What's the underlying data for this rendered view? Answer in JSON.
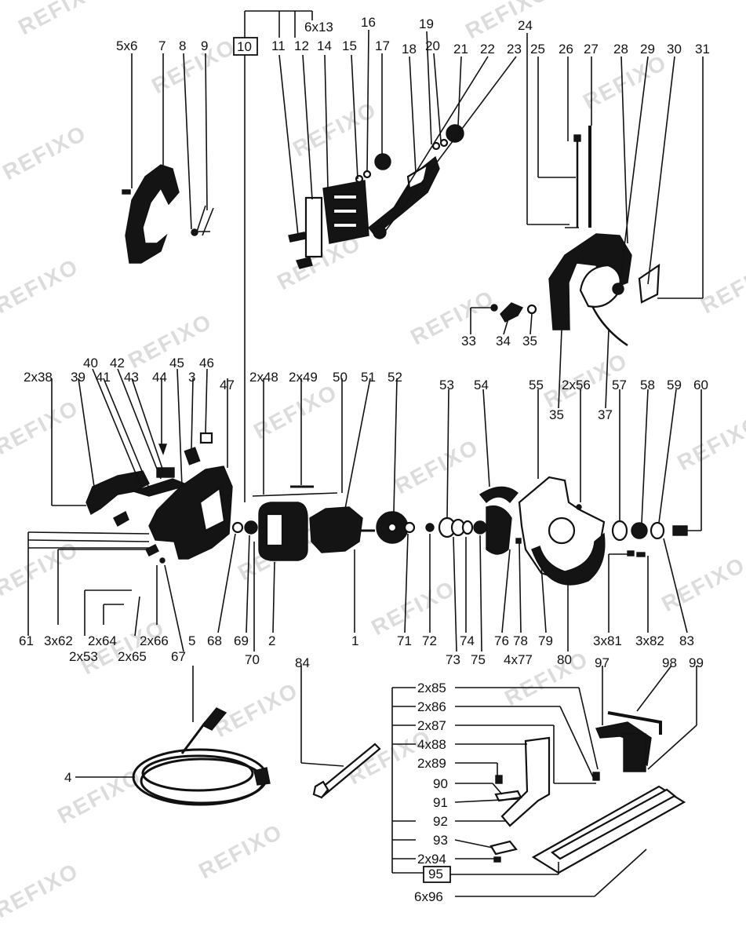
{
  "watermark": "REFIXO",
  "labels": {
    "l5x6": "5x6",
    "l7": "7",
    "l8": "8",
    "l9": "9",
    "l10": "10",
    "l11": "11",
    "l12": "12",
    "l6x13": "6x13",
    "l14": "14",
    "l15": "15",
    "l16": "16",
    "l17": "17",
    "l18": "18",
    "l19": "19",
    "l20": "20",
    "l21": "21",
    "l22": "22",
    "l23": "23",
    "l24": "24",
    "l25": "25",
    "l26": "26",
    "l27": "27",
    "l28": "28",
    "l29": "29",
    "l30": "30",
    "l31": "31",
    "l33": "33",
    "l34": "34",
    "l35a": "35",
    "l35b": "35",
    "l37": "37",
    "l2x38": "2x38",
    "l39": "39",
    "l40": "40",
    "l41": "41",
    "l42": "42",
    "l43": "43",
    "l44": "44",
    "l45": "45",
    "l3": "3",
    "l46": "46",
    "l47": "47",
    "l2x48": "2x48",
    "l2x49": "2x49",
    "l50": "50",
    "l51": "51",
    "l52": "52",
    "l53": "53",
    "l54": "54",
    "l55": "55",
    "l2x56": "2x56",
    "l57": "57",
    "l58": "58",
    "l59": "59",
    "l60": "60",
    "l61": "61",
    "l3x62": "3x62",
    "l2x64": "2x64",
    "l2x53": "2x53",
    "l2x65": "2x65",
    "l2x66": "2x66",
    "l5": "5",
    "l67": "67",
    "l68": "68",
    "l69": "69",
    "l2": "2",
    "l70": "70",
    "l1": "1",
    "l71": "71",
    "l72": "72",
    "l73": "73",
    "l74": "74",
    "l75": "75",
    "l76": "76",
    "l78": "78",
    "l4x77": "4x77",
    "l79": "79",
    "l80": "80",
    "l3x81": "3x81",
    "l3x82": "3x82",
    "l83": "83",
    "l84": "84",
    "l97": "97",
    "l98": "98",
    "l99": "99",
    "l4": "4",
    "l2x85": "2x85",
    "l2x86": "2x86",
    "l2x87": "2x87",
    "l4x88": "4x88",
    "l2x89": "2x89",
    "l90": "90",
    "l91": "91",
    "l92": "92",
    "l93": "93",
    "l2x94": "2x94",
    "l95": "95",
    "l6x96": "6x96"
  }
}
